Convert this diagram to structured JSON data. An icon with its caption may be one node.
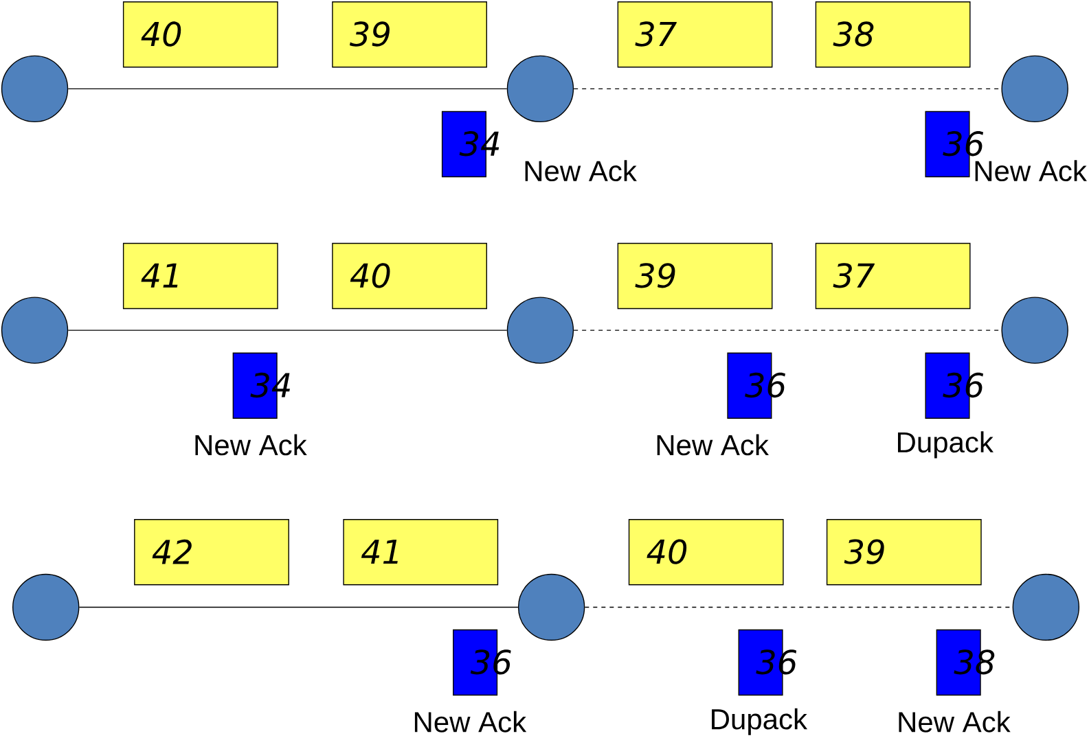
{
  "diagram": {
    "nodes": [
      {
        "text": [
          "40"
        ]
      },
      {
        "text": [
          "39"
        ]
      },
      {
        "text": [
          "37"
        ]
      },
      {
        "text": [
          "38"
        ]
      },
      {
        "text": [],
        "shape": "circle"
      },
      {
        "text": [],
        "shape": "circle"
      },
      {
        "text": [],
        "shape": "circle"
      },
      {
        "text": [
          "34"
        ],
        "beside": [
          "New Ack"
        ]
      },
      {
        "text": [
          "36"
        ],
        "beside": [
          "New Ack"
        ]
      },
      {
        "text": [
          "41"
        ]
      },
      {
        "text": [
          "40"
        ]
      },
      {
        "text": [
          "39"
        ]
      },
      {
        "text": [
          "37"
        ]
      },
      {
        "text": [],
        "shape": "circle"
      },
      {
        "text": [],
        "shape": "circle"
      },
      {
        "text": [],
        "shape": "circle"
      },
      {
        "text": [
          "34"
        ],
        "beside": [
          "New Ack"
        ]
      },
      {
        "text": [
          "36"
        ],
        "beside": [
          "New Ack"
        ]
      },
      {
        "text": [
          "36"
        ],
        "beside": [
          "Dupack"
        ]
      },
      {
        "text": [
          "42"
        ]
      },
      {
        "text": [
          "41"
        ]
      },
      {
        "text": [
          "40"
        ]
      },
      {
        "text": [
          "39"
        ]
      },
      {
        "text": [],
        "shape": "circle"
      },
      {
        "text": [],
        "shape": "circle"
      },
      {
        "text": [],
        "shape": "circle"
      },
      {
        "text": [
          "36"
        ],
        "beside": [
          "New Ack"
        ]
      },
      {
        "text": [
          "36"
        ],
        "beside": [
          "Dupack"
        ]
      },
      {
        "text": [
          "38"
        ],
        "beside": [
          "New Ack"
        ]
      }
    ],
    "edges": [
      {
        "from": 4,
        "to": 5,
        "arrow": "none"
      },
      {
        "from": 5,
        "to": 6,
        "arrow": "none",
        "style": "dashed"
      },
      {
        "from": 13,
        "to": 14,
        "arrow": "none"
      },
      {
        "from": 14,
        "to": 15,
        "arrow": "none",
        "style": "dashed"
      },
      {
        "from": 23,
        "to": 24,
        "arrow": "none"
      },
      {
        "from": 24,
        "to": 25,
        "arrow": "none",
        "style": "dashed"
      }
    ]
  }
}
